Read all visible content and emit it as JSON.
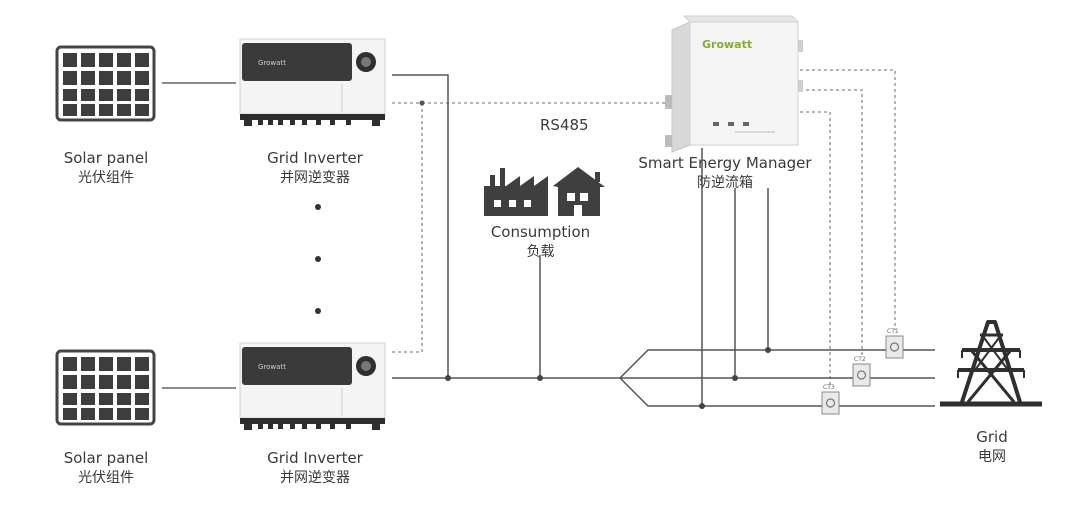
{
  "labels": {
    "solar_panel_top": {
      "en": "Solar panel",
      "cn": "光伏组件"
    },
    "solar_panel_bottom": {
      "en": "Solar panel",
      "cn": "光伏组件"
    },
    "inverter_top": {
      "en": "Grid Inverter",
      "cn": "并网逆变器"
    },
    "inverter_bottom": {
      "en": "Grid Inverter",
      "cn": "并网逆变器"
    },
    "energy_manager": {
      "en": "Smart Energy Manager",
      "cn": "防逆流箱"
    },
    "consumption": {
      "en": "Consumption",
      "cn": "负载"
    },
    "grid": {
      "en": "Grid",
      "cn": "电网"
    },
    "rs485": "RS485"
  },
  "device_text": {
    "brand": "Growatt",
    "inverter_brand": "Growatt",
    "ct1": "CT1",
    "ct2": "CT2",
    "ct3": "CT3"
  },
  "colors": {
    "line": "#555555",
    "dashed": "#8a8a8a",
    "dark": "#3f3f3f",
    "brand_green": "#8aa832"
  }
}
